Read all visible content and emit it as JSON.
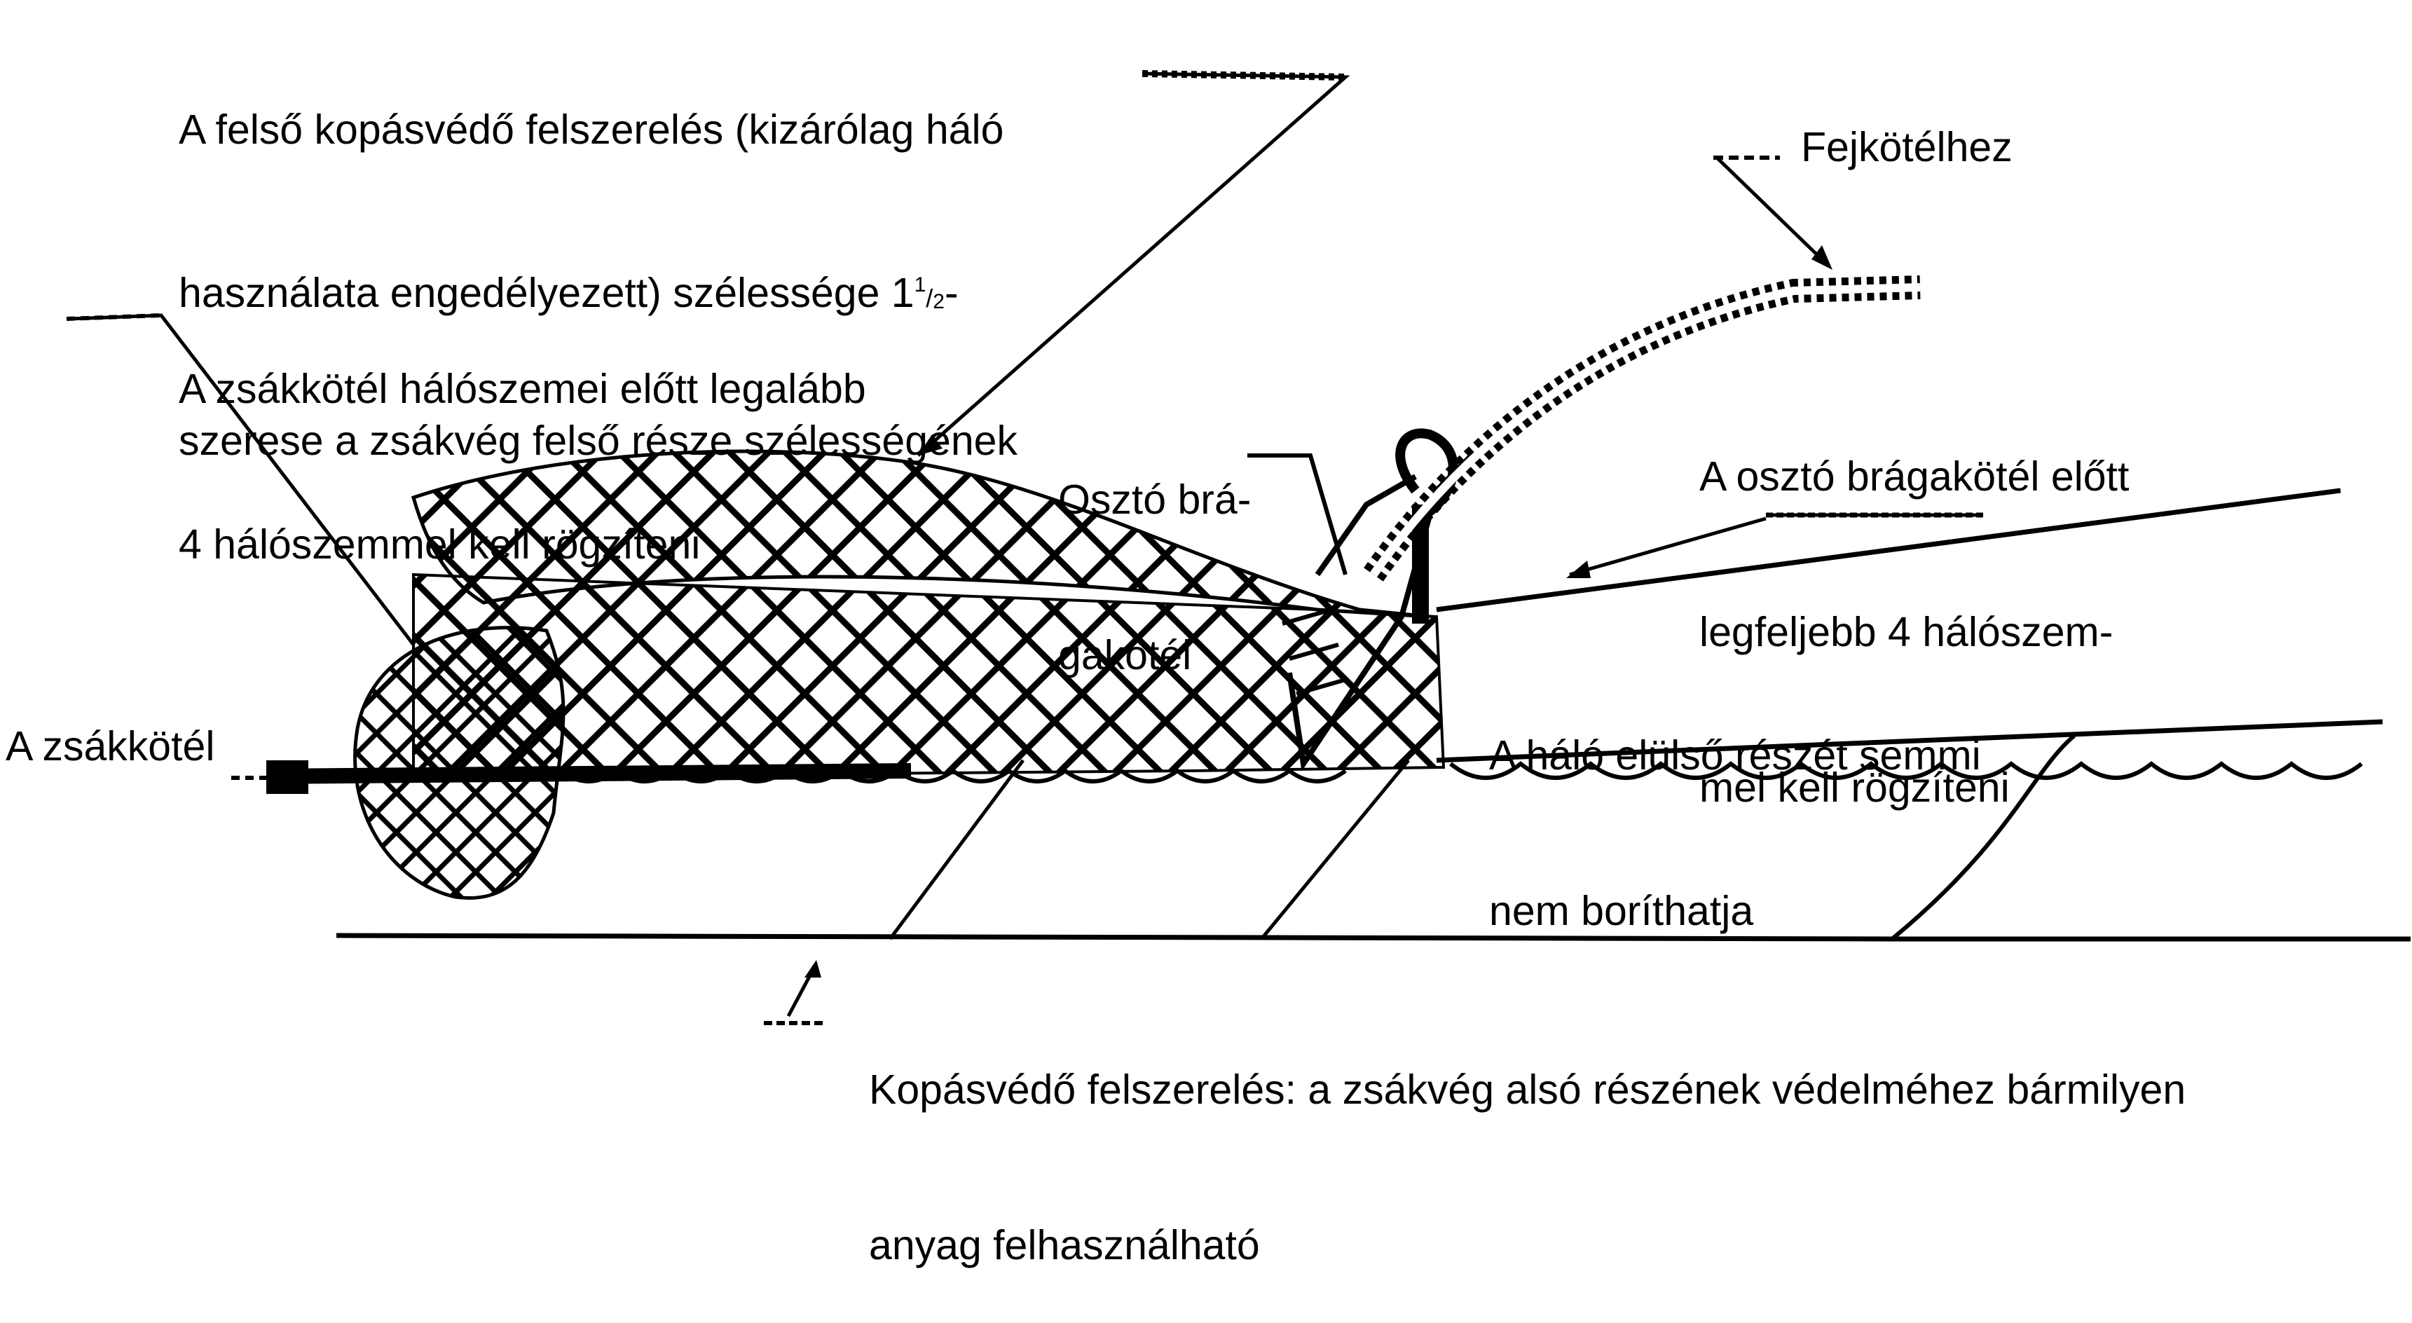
{
  "labels": {
    "top_guard": {
      "line1": "A felső kopásvédő felszerelés (kizárólag háló",
      "line2_pre": "használata engedélyezett) szélessége 1",
      "frac_num": "1",
      "frac_slash": "/",
      "frac_den": "2",
      "line2_post": "-",
      "line3": "szerese a zsákvég felső része szélességének"
    },
    "head_rope": "Fejkötélhez",
    "codline_meshes": {
      "line1": "A zsákkötél hálószemei előtt legalább",
      "line2": "4 hálószemmel kell rögzíteni"
    },
    "splitting_strap": {
      "line1": "Osztó brá-",
      "line2": "gakötél"
    },
    "strap_meshes": {
      "line1": "A osztó brágakötél előtt",
      "line2": "legfeljebb 4 hálószem-",
      "line3": "mel kell rögzíteni"
    },
    "front_uncovered": {
      "line1": "A háló elülső részét semmi",
      "line2": "nem boríthatja"
    },
    "codline": "A zsákkötél",
    "bottom_guard": {
      "line1": "Kopásvédő felszerelés: a zsákvég alsó részének védelméhez bármilyen",
      "line2": "anyag felhasználható"
    }
  },
  "colors": {
    "ink": "#000000",
    "background": "#ffffff"
  }
}
